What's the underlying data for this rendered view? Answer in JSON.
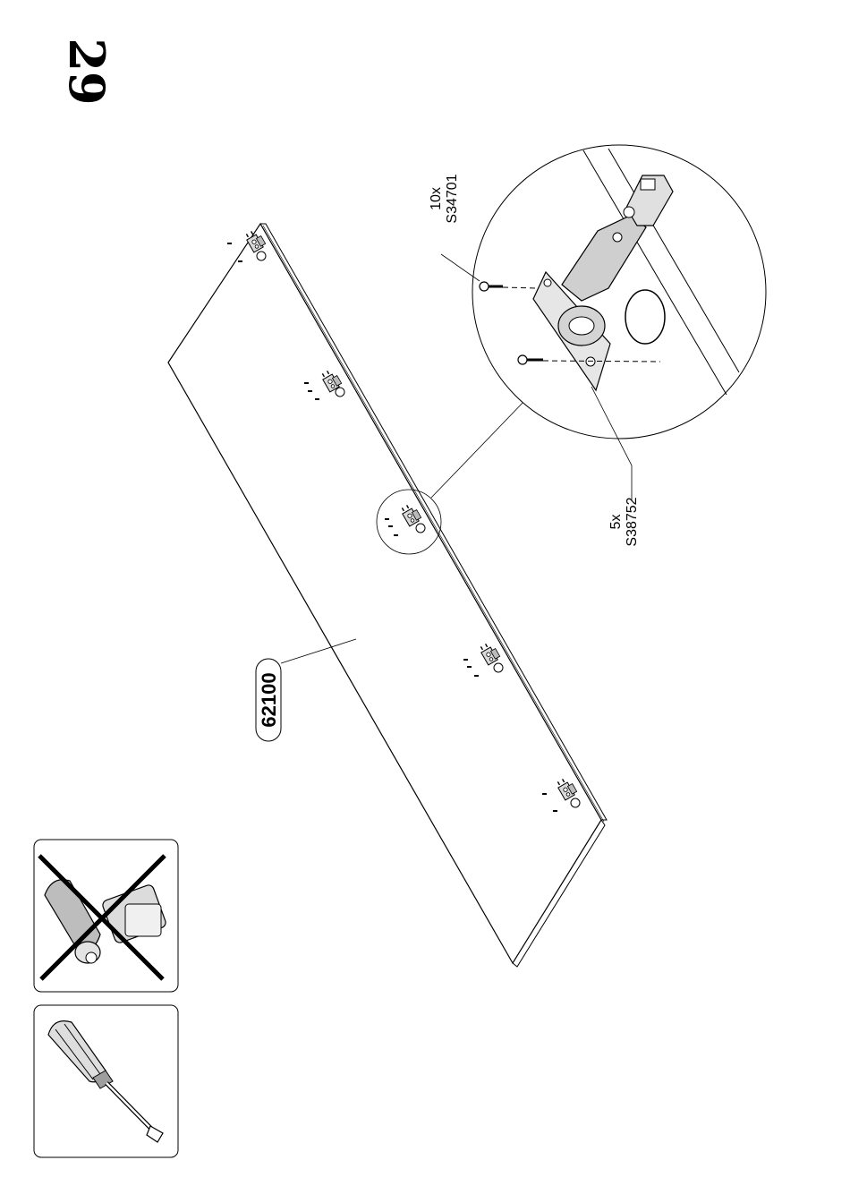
{
  "step": {
    "number": "29"
  },
  "panel": {
    "part_code": "62100"
  },
  "callouts": {
    "screw": {
      "quantity": "10x",
      "code": "S34701"
    },
    "hinge": {
      "quantity": "5x",
      "code": "S38752"
    }
  },
  "tools": {
    "forbidden": {
      "icon": "power-drill-crossed-icon"
    },
    "allowed": {
      "icon": "screwdriver-icon"
    }
  },
  "colors": {
    "ink": "#000000",
    "paper": "#ffffff",
    "hinge_gray": "#cfcfcf"
  }
}
